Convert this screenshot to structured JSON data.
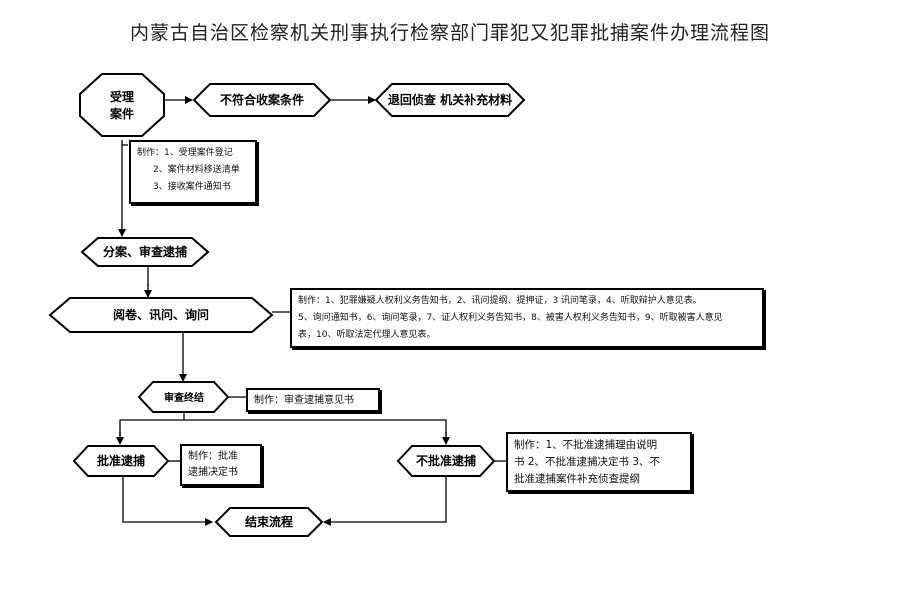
{
  "title": "内蒙古自治区检察机关刑事执行检察部门罪犯又犯罪批捕案件办理流程图",
  "nodes": {
    "accept_line1": "受理",
    "accept_line2": "案件",
    "not_meet": "不符合收案条件",
    "return": "退回侦查 机关补充材料",
    "assign": "分案、审查逮捕",
    "review": "阅卷、讯问、询问",
    "end_review": "审查终结",
    "approve": "批准逮捕",
    "disapprove": "不批准逮捕",
    "end": "结束流程"
  },
  "notes": {
    "accept": [
      "制作：1、受理案件登记",
      "2、案件材料移送清单",
      "3、接收案件通知书"
    ],
    "review": [
      "制作：1、犯罪嫌疑人权利义务告知书，2、讯问提纲、提押证，3 讯问笔录，4、听取辩护人意见表。",
      "5、询问通知书，6、询问笔录，7、证人权利义务告知书，8、被害人权利义务告知书，9、听取被害人意见",
      "表，10、听取法定代理人意见表。"
    ],
    "end_review": "制作：审查逮捕意见书",
    "approve": [
      "制作：批准",
      "逮捕决定书"
    ],
    "disapprove": [
      "制作：1、不批准逮捕理由说明",
      "书 2、不批准逮捕决定书 3、不",
      "批准逮捕案件补充侦查提纲"
    ]
  }
}
